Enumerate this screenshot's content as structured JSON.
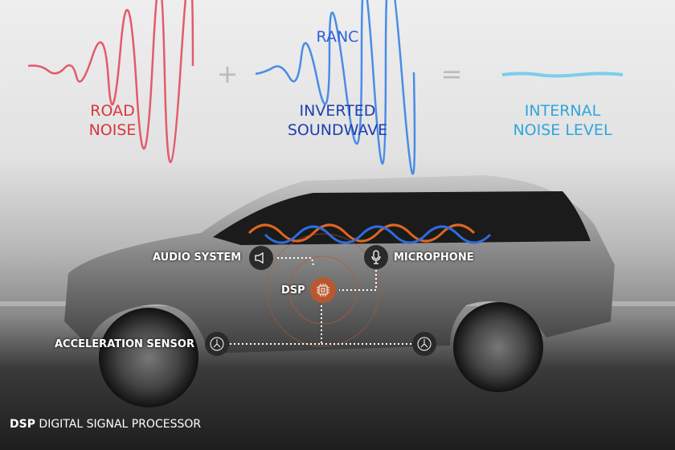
{
  "header": {
    "ranc": "RANC",
    "road_noise": [
      "ROAD",
      "NOISE"
    ],
    "inverted": [
      "INVERTED",
      "SOUNDWAVE"
    ],
    "internal": [
      "INTERNAL",
      "NOISE LEVEL"
    ],
    "plus": "+",
    "equals": "="
  },
  "labels": {
    "audio_system": "AUDIO SYSTEM",
    "microphone": "MICROPHONE",
    "dsp": "DSP",
    "acceleration_sensor": "ACCELERATION SENSOR"
  },
  "footer": {
    "abbr": "DSP",
    "full": "DIGITAL SIGNAL PROCESSOR"
  },
  "colors": {
    "road": "#d9363e",
    "inverted": "#1f3fae",
    "internal": "#2ea6dc",
    "ranc": "#2f5fe0",
    "dsp": "#b8582f"
  }
}
